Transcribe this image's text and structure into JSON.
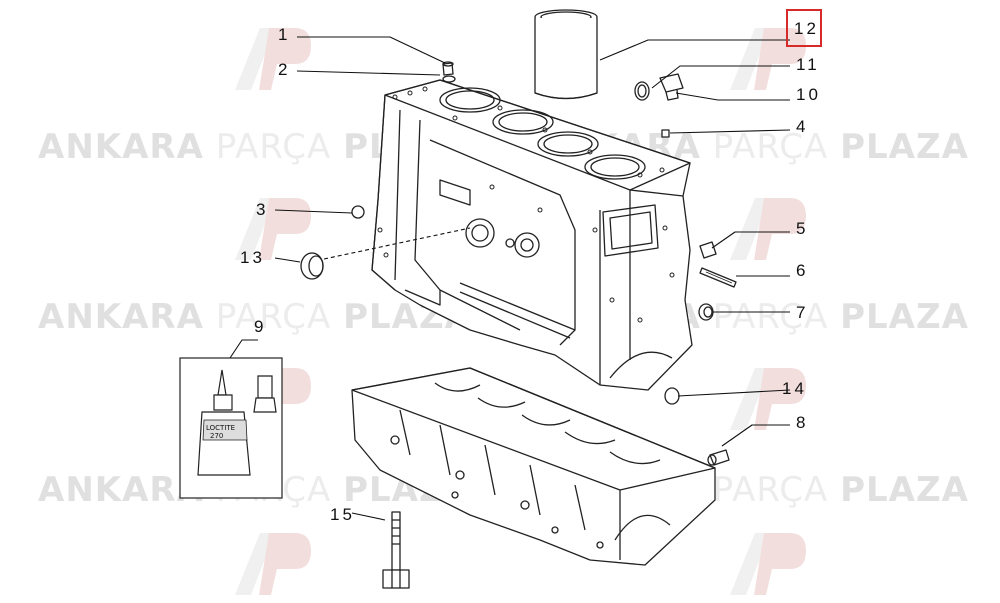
{
  "watermark": {
    "brand_bold_1": "ANKARA",
    "brand_light": "PARÇA",
    "brand_bold_2": "PLAZA",
    "logo_mark": "AP"
  },
  "callouts": [
    {
      "id": "1",
      "label": "1"
    },
    {
      "id": "2",
      "label": "2"
    },
    {
      "id": "3",
      "label": "3"
    },
    {
      "id": "4",
      "label": "4"
    },
    {
      "id": "5",
      "label": "5"
    },
    {
      "id": "6",
      "label": "6"
    },
    {
      "id": "7",
      "label": "7"
    },
    {
      "id": "8",
      "label": "8"
    },
    {
      "id": "9",
      "label": "9"
    },
    {
      "id": "10",
      "label": "10"
    },
    {
      "id": "11",
      "label": "11"
    },
    {
      "id": "12",
      "label": "12"
    },
    {
      "id": "13",
      "label": "13"
    },
    {
      "id": "14",
      "label": "14"
    },
    {
      "id": "15",
      "label": "15"
    }
  ],
  "highlighted_callout": "12",
  "highlight_color": "#d62a2a",
  "sealant_tube_text": {
    "line1": "LOCTITE",
    "line2": "270"
  }
}
